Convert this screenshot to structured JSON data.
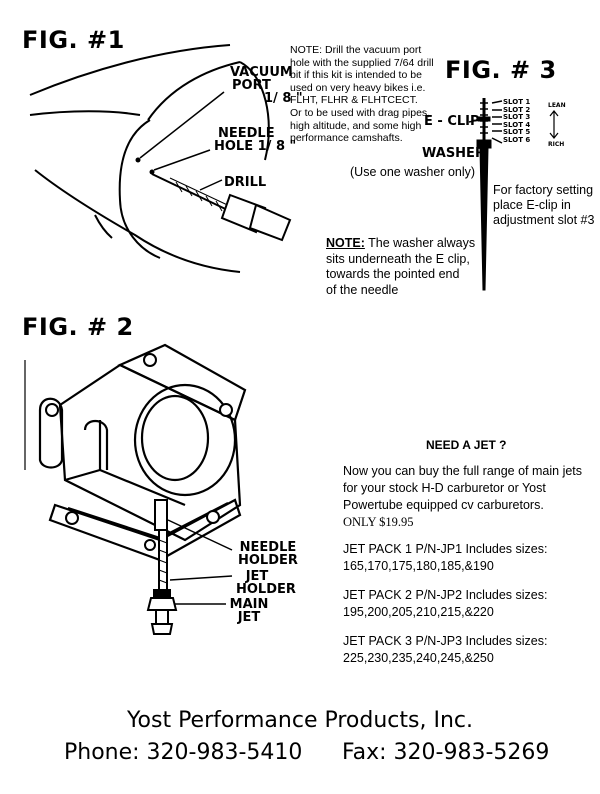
{
  "fig1": {
    "title": "FIG. #1",
    "vacuum_label_line1": "VACUUM",
    "vacuum_label_line2": "PORT",
    "vacuum_size": "1/ 8 \"",
    "needle_label_line1": "NEEDLE",
    "needle_label_line2": "HOLE 1/ 8 \"",
    "drill_label": "DRILL",
    "note_lines": [
      "NOTE: Drill the vacuum port",
      "hole with the supplied 7/64 drill",
      "bit if this kit is intended to be",
      "used on very heavy bikes i.e.",
      "FLHT, FLHR & FLHTCECT.",
      "Or to be used with drag pipes,",
      "high altitude, and some high",
      "performance camshafts."
    ]
  },
  "fig3": {
    "title": "FIG. # 3",
    "eclip_label": "E - CLIP",
    "washer_label": "WASHER",
    "washer_note": "(Use one washer only)",
    "slots": [
      "SLOT 1",
      "SLOT 2",
      "SLOT 3",
      "SLOT 4",
      "SLOT 5",
      "SLOT 6"
    ],
    "lean_label": "LEAN",
    "rich_label": "RICH",
    "factory_lines": [
      "For factory setting",
      "place E-clip in",
      "adjustment slot #3"
    ],
    "note_heading": "NOTE:",
    "note_lines": [
      " The washer always",
      "sits underneath the E clip,",
      "towards the pointed end",
      "of the needle"
    ]
  },
  "fig2": {
    "title": "FIG. # 2",
    "needle_holder_line1": "NEEDLE",
    "needle_holder_line2": "HOLDER",
    "jet_holder_line1": "JET",
    "jet_holder_line2": "HOLDER",
    "main_jet_line1": "MAIN",
    "main_jet_line2": "JET"
  },
  "jet_offer": {
    "heading": "NEED A JET ?",
    "intro_lines": [
      "Now you can buy the full range of main jets",
      "for your stock H-D carburetor or Yost",
      "Powertube equipped cv carburetors.",
      "ONLY $19.95"
    ],
    "packs": [
      {
        "title": "JET PACK 1 P/N-JP1 Includes sizes:",
        "sizes": "165,170,175,180,185,&190"
      },
      {
        "title": "JET PACK 2 P/N-JP2 Includes sizes:",
        "sizes": "195,200,205,210,215,&220"
      },
      {
        "title": "JET PACK 3 P/N-JP3 Includes sizes:",
        "sizes": "225,230,235,240,245,&250"
      }
    ]
  },
  "footer": {
    "company": "Yost Performance Products, Inc.",
    "phone": "Phone: 320-983-5410",
    "fax": "Fax: 320-983-5269"
  }
}
